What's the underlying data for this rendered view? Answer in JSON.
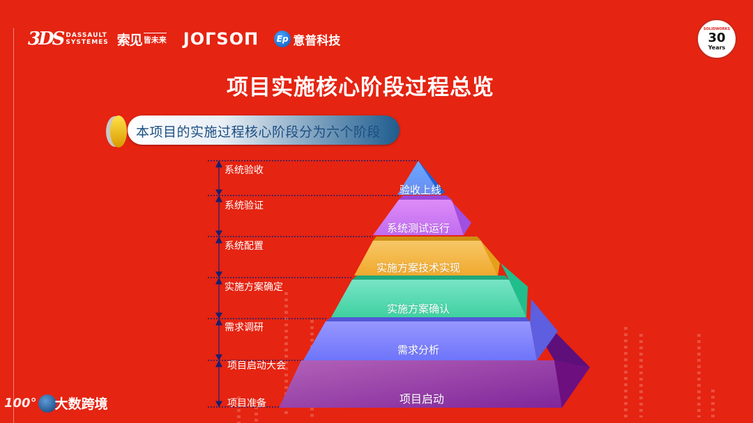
{
  "colors": {
    "background": "#e52412",
    "title_text": "#ffffff",
    "subtitle_text": "#1c4e82",
    "dotted_line": "#1a1f6e"
  },
  "header": {
    "logos": {
      "dassault_mark": "3DS",
      "dassault_line1": "DASSAULT",
      "dassault_line2": "SYSTEMES",
      "suojian": "索见",
      "suojian_slogan": "皆未来",
      "jorson": "JOΓSOΠ",
      "ep_badge": "Ep",
      "ep_name": "意普科技"
    },
    "badge": {
      "brand": "SOLIDWORKS",
      "number": "30",
      "label": "Years"
    }
  },
  "title": "项目实施核心阶段过程总览",
  "subtitle": "本项目的实施过程核心阶段分为六个阶段",
  "timeline": {
    "stages": [
      {
        "label": "系统验收"
      },
      {
        "label": "系统验证"
      },
      {
        "label": "系统配置"
      },
      {
        "label": "实施方案确定"
      },
      {
        "label": "需求调研"
      },
      {
        "label": "项目启动大会"
      },
      {
        "label": "项目准备"
      }
    ]
  },
  "pyramid": {
    "layers": [
      {
        "label": "验收上线",
        "color": "#5a8cf0"
      },
      {
        "label": "系统测试运行",
        "color": "#c86bf0"
      },
      {
        "label": "实施方案技术实现",
        "color": "#f2b438"
      },
      {
        "label": "实施方案确认",
        "color": "#3fd6a8"
      },
      {
        "label": "需求分析",
        "color": "#7d84ff"
      },
      {
        "label": "项目启动",
        "color": "#9b4bb0"
      }
    ]
  },
  "footer": {
    "logo_num": "100°",
    "logo_text": "大数跨境"
  }
}
